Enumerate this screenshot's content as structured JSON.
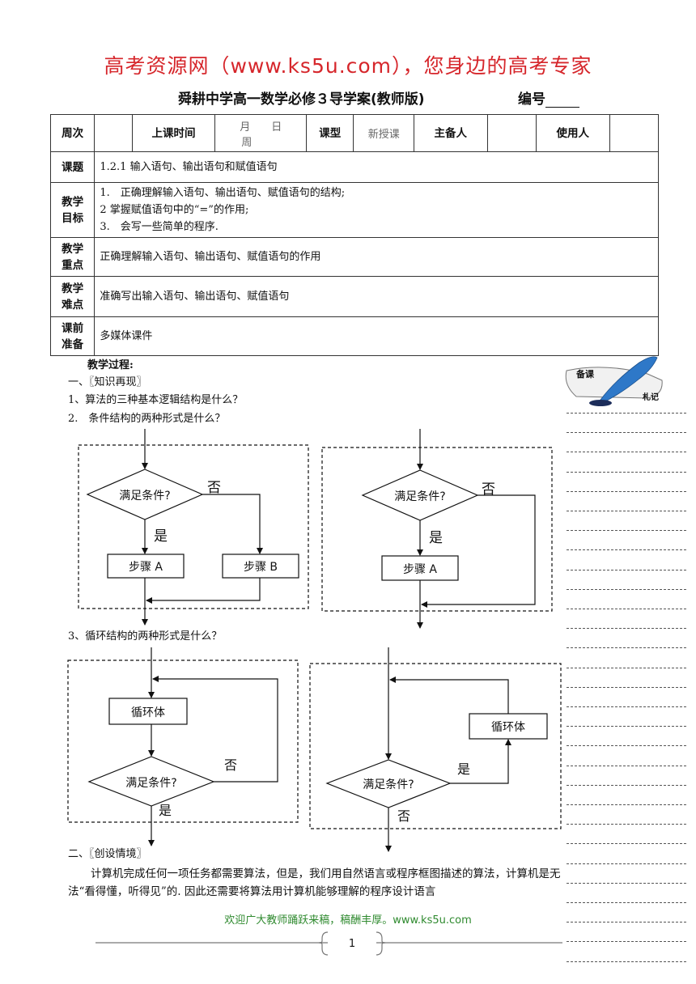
{
  "banner": "高考资源网（www.ks5u.com），您身边的高考专家",
  "doc_title": "舜耕中学高一数学必修３导学案(教师版)",
  "serial_label": "编号",
  "table": {
    "week_label": "周次",
    "class_time_label": "上课时间",
    "month_day": "月　　日",
    "week_char": "周",
    "lesson_type_label": "课型",
    "lesson_type_value": "新授课",
    "preparer_label": "主备人",
    "user_label": "使用人",
    "topic_label": "课题",
    "topic_value": "1.2.1 输入语句、输出语句和赋值语句",
    "goals_label": "教学目标",
    "goals": [
      "1.　正确理解输入语句、输出语句、赋值语句的结构;",
      "2 掌握赋值语句中的“=”的作用;",
      "3.　会写一些简单的程序."
    ],
    "key_label": "教学重点",
    "key_value": "正确理解输入语句、输出语句、赋值语句的作用",
    "difficult_label": "教学难点",
    "difficult_value": "准确写出输入语句、输出语句、赋值语句",
    "prep_label": "课前准备",
    "prep_value": "多媒体课件"
  },
  "process": {
    "heading": "教学过程:",
    "section1": "一、〖知识再现〗",
    "q1": "1、算法的三种基本逻辑结构是什么？",
    "q2": "2.　条件结构的两种形式是什么？",
    "q3": "3、循环结构的两种形式是什么？",
    "section2": "二、〖创设情境〗",
    "para": "计算机完成任何一项任务都需要算法，但是，我们用自然语言或程序框图描述的算法，计算机是无法“看得懂，听得见”的. 因此还需要将算法用计算机能够理解的程序设计语言"
  },
  "flow": {
    "condition": "满足条件?",
    "yes": "是",
    "no": "否",
    "step_a": "步骤 A",
    "step_b": "步骤 B",
    "loop_body": "循环体"
  },
  "sidebar": {
    "badge_top": "备课",
    "badge_bottom": "札记"
  },
  "footer": {
    "text": "欢迎广大教师踊跃来稿，稿酬丰厚。www.ks5u.com",
    "page": "1"
  }
}
